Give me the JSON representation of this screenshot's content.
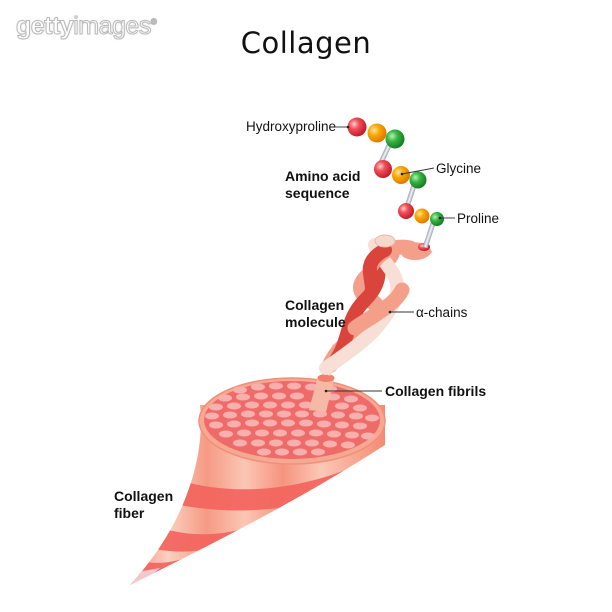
{
  "watermark": {
    "brand_bold": "getty",
    "brand_light": "images",
    "mark": "®"
  },
  "title": "Collagen",
  "labels": {
    "hydroxyproline": "Hydroxyproline",
    "glycine": "Glycine",
    "proline": "Proline",
    "amino_acid_sequence_line1": "Amino acid",
    "amino_acid_sequence_line2": "sequence",
    "collagen_molecule_line1": "Collagen",
    "collagen_molecule_line2": "molecule",
    "alpha_chains": "α-chains",
    "collagen_fibrils": "Collagen fibrils",
    "collagen_fiber_line1": "Collagen",
    "collagen_fiber_line2": "fiber"
  },
  "colors": {
    "hydroxyproline_bead": "#e8343c",
    "glycine_bead": "#f5a000",
    "proline_bead": "#2ea83a",
    "dark_chain": "#d9453c",
    "light_chain": "#f7d6cc",
    "mid_chain": "#f0a08c",
    "fiber_pink": "#f26b66",
    "fiber_light": "#f9b8a6",
    "fibril_dot": "#f5a3a0"
  }
}
